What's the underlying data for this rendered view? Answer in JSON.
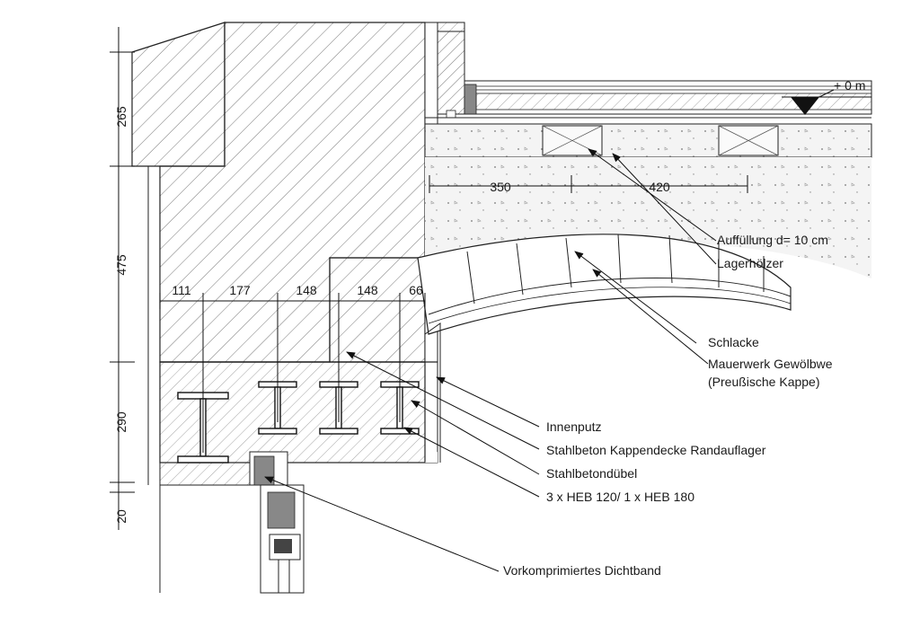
{
  "level": {
    "text": "+ 0 m"
  },
  "dimensions": {
    "vertical": [
      "265",
      "475",
      "290",
      "20"
    ],
    "slag_horizontal": [
      "350",
      "420"
    ],
    "beam_spacing": [
      "111",
      "177",
      "148",
      "148",
      "66"
    ]
  },
  "labels": {
    "fill": "Auffüllung d= 10 cm",
    "joists": "Lagerhölzer",
    "slag": "Schlacke",
    "vault_1": "Mauerwerk Gewölbwe",
    "vault_2": "(Preußische Kappe)",
    "plaster": "Innenputz",
    "edge_support": "Stahlbeton Kappendecke Randauflager",
    "dowel": "Stahlbetondübel",
    "beams": "3 x HEB 120/ 1 x HEB 180",
    "sealing_tape": "Vorkomprimiertes Dichtband"
  }
}
